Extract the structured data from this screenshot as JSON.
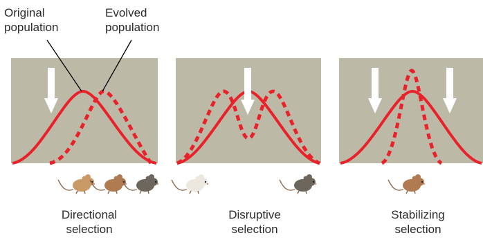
{
  "callouts": {
    "original": [
      "Original",
      "population"
    ],
    "evolved": [
      "Evolved",
      "population"
    ]
  },
  "panels": [
    {
      "id": "directional",
      "caption": [
        "Directional",
        "selection"
      ],
      "mice": [
        "light-brown",
        "medium-brown",
        "dark-gray"
      ],
      "arrows": 1
    },
    {
      "id": "disruptive",
      "caption": [
        "Disruptive",
        "selection"
      ],
      "mice": [
        "white",
        "dark-gray"
      ],
      "arrows": 1
    },
    {
      "id": "stabilizing",
      "caption": [
        "Stabilizing",
        "selection"
      ],
      "mice": [
        "medium-brown"
      ],
      "arrows": 2
    }
  ],
  "colors": {
    "panel_bg": "#bcbaa6",
    "curve": "#e8212a",
    "arrow": "#ffffff",
    "leader_line": "#000000",
    "mouse_light_brown": "#c99a66",
    "mouse_medium_brown": "#b07b50",
    "mouse_dark_gray": "#6d665c",
    "mouse_white": "#ece7df"
  }
}
